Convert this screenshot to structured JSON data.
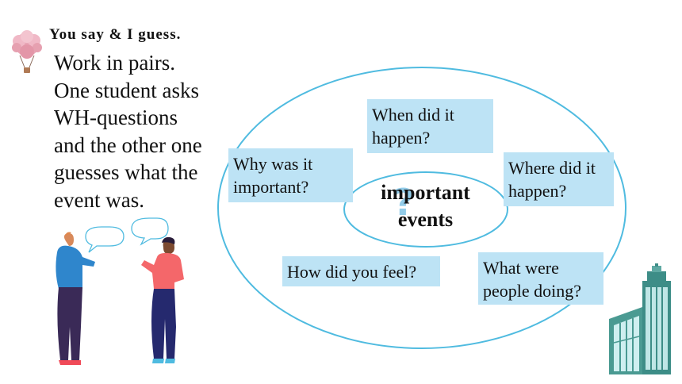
{
  "heading": "You say & I guess.",
  "instructions": [
    "Work in pairs.",
    "One student asks",
    "WH-questions",
    "and the other one",
    "guesses what the",
    "event was."
  ],
  "center": {
    "line1": "important",
    "line2": "events"
  },
  "questions": {
    "when": [
      "When did it",
      "happen?"
    ],
    "why": [
      "Why was it",
      "important?"
    ],
    "where": [
      "Where did it",
      "happen?"
    ],
    "feel": [
      "How did you feel?"
    ],
    "doing": [
      "What were",
      "people doing?"
    ]
  },
  "icons": {
    "balloon": "hot-air-balloon-icon",
    "people": "two-people-talking-illustration",
    "building": "skyscraper-illustration",
    "question": "question-mark-icon"
  },
  "colors": {
    "ellipse": "#4fbbe0",
    "box": "#bde3f5"
  }
}
